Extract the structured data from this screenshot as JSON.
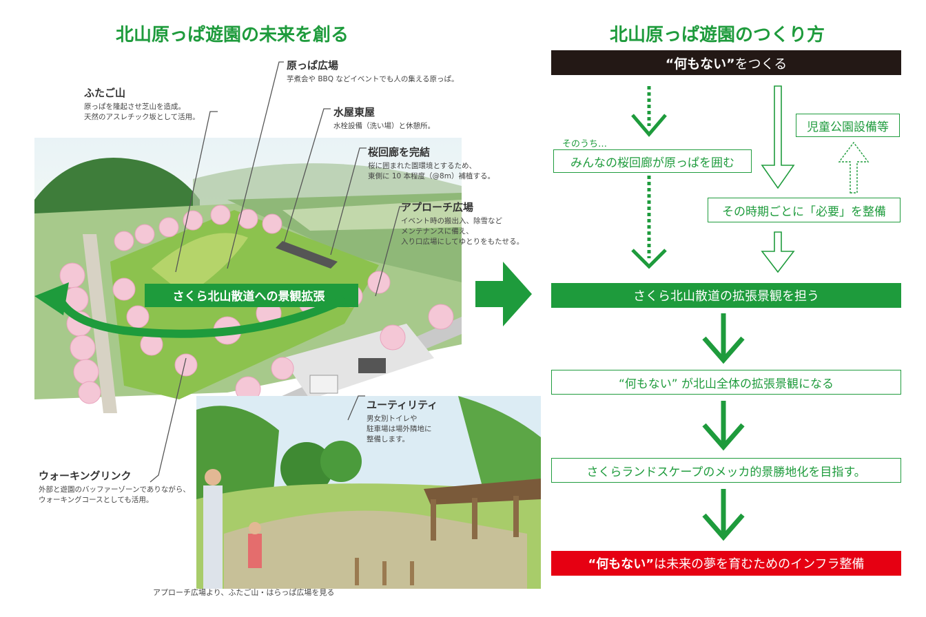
{
  "left": {
    "title": "北山原っぱ遊園の未来を創る",
    "band_label": "さくら北山散道への景観拡張",
    "callouts": [
      {
        "id": "futagoyama",
        "title": "ふたご山",
        "desc": [
          "原っぱを隆起させ芝山を造成。",
          "天然のアスレチック坂として活用。"
        ]
      },
      {
        "id": "harappa",
        "title": "原っぱ広場",
        "desc": [
          "芋煮会や BBQ などイベントでも人の集える原っぱ。"
        ]
      },
      {
        "id": "mizuya",
        "title": "水屋東屋",
        "desc": [
          "水栓設備（洗い場）と休憩所。"
        ]
      },
      {
        "id": "sakura",
        "title": "桜回廊を完結",
        "desc": [
          "桜に囲まれた園環境とするため、",
          "東側に 10 本程度（@8m）補植する。"
        ]
      },
      {
        "id": "approach",
        "title": "アプローチ広場",
        "desc": [
          "イベント時の搬出入、除雪など",
          "メンテナンスに備え、",
          "入り口広場にしてゆとりをもたせる。"
        ]
      },
      {
        "id": "utility",
        "title": "ユーティリティ",
        "desc": [
          "男女別トイレや",
          "駐車場は場外隣地に",
          "整備します。"
        ]
      },
      {
        "id": "walking",
        "title": "ウォーキングリンク",
        "desc": [
          "外部と遊園のバッファーゾーンでありながら、",
          "ウォーキングコースとしても活用。"
        ]
      }
    ],
    "caption": "アプローチ広場より、ふたご山・はらっぱ広場を見る"
  },
  "right": {
    "title": "北山原っぱ遊園のつくり方",
    "top_box": {
      "quote": "“何もない”",
      "rest": "をつくる"
    },
    "sonouchi": "そのうち…",
    "box_sakura_kairo": "みんなの桜回廊が原っぱを囲む",
    "box_jido": "児童公園設備等",
    "box_hitsuyo": "その時期ごとに「必要」を整備",
    "box_kakucho": "さくら北山散道の拡張景観を担う",
    "box_nanimonai": "“何もない” が北山全体の拡張景観になる",
    "box_mecca": "さくらランドスケープのメッカ的景勝地化を目指す。",
    "bottom_box": {
      "quote": "“何もない”",
      "rest": "は未来の夢を育むためのインフラ整備"
    }
  },
  "colors": {
    "green": "#1e9b3c",
    "black": "#231815",
    "red": "#e60012"
  }
}
